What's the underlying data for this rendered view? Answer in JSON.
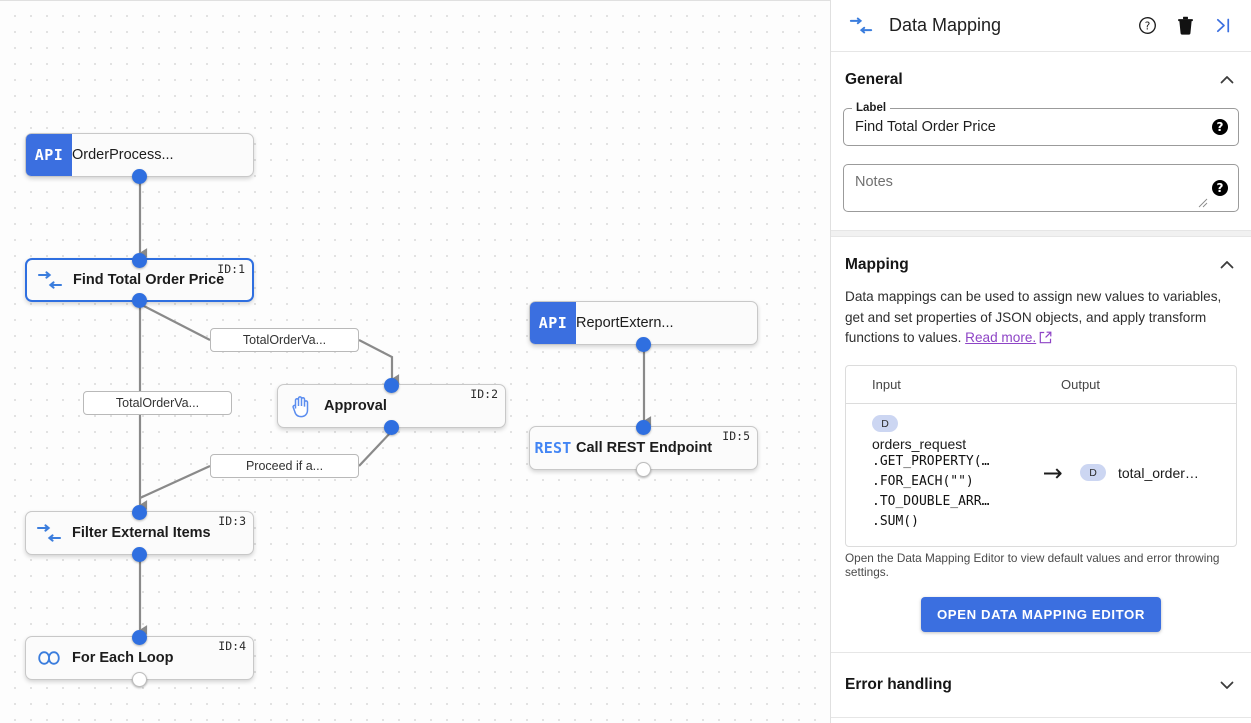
{
  "canvas": {
    "nodes": [
      {
        "id": "n0",
        "label": "OrderProcess...",
        "badge": "API",
        "icon": "api-icon",
        "id_label": "",
        "selected": false,
        "bold": false
      },
      {
        "id": "n1",
        "label": "Find Total Order Price",
        "badge": "",
        "icon": "data-mapping-icon",
        "id_label": "ID:1",
        "selected": true,
        "bold": true
      },
      {
        "id": "n2",
        "label": "Approval",
        "badge": "",
        "icon": "hand-icon",
        "id_label": "ID:2",
        "selected": false,
        "bold": true
      },
      {
        "id": "n3",
        "label": "Filter External Items",
        "badge": "",
        "icon": "data-mapping-icon",
        "id_label": "ID:3",
        "selected": false,
        "bold": true
      },
      {
        "id": "n4",
        "label": "For Each Loop",
        "badge": "",
        "icon": "loop-icon",
        "id_label": "ID:4",
        "selected": false,
        "bold": true
      },
      {
        "id": "n5",
        "label": "ReportExtern...",
        "badge": "API",
        "icon": "api-icon",
        "id_label": "",
        "selected": false,
        "bold": false
      },
      {
        "id": "n6",
        "label": "Call REST Endpoint",
        "badge": "REST",
        "icon": "rest-icon",
        "id_label": "ID:5",
        "selected": false,
        "bold": true
      }
    ],
    "edge_labels": [
      {
        "id": "e1",
        "text": "TotalOrderVa..."
      },
      {
        "id": "e2",
        "text": "TotalOrderVa..."
      },
      {
        "id": "e3",
        "text": "Proceed if a..."
      }
    ],
    "colors": {
      "accent": "#3b6fe0",
      "edge": "#8a8a8a",
      "grid_dot": "#e2e2e2"
    }
  },
  "panel": {
    "header": {
      "title": "Data Mapping",
      "icon": "data-mapping-icon",
      "actions": [
        {
          "name": "help-icon",
          "glyph": "?"
        },
        {
          "name": "delete-icon",
          "glyph": "trash"
        },
        {
          "name": "collapse-panel-icon",
          "glyph": "chevron-right-bar"
        }
      ]
    },
    "general": {
      "title": "General",
      "collapsed": false,
      "label_field": {
        "legend": "Label",
        "value": "Find Total Order Price"
      },
      "notes_field": {
        "placeholder": "Notes",
        "value": ""
      }
    },
    "mapping": {
      "title": "Mapping",
      "collapsed": false,
      "description_part1": "Data mappings can be used to assign new values to variables, get and set properties of JSON objects, and apply transform functions to values. ",
      "link_text": "Read more.",
      "table": {
        "columns": [
          "Input",
          "Output"
        ],
        "rows": [
          {
            "input_badge": "D",
            "input_name": "orders_request",
            "input_expr": [
              ".GET_PROPERTY(…",
              ".FOR_EACH(\"\")",
              ".TO_DOUBLE_ARR…",
              ".SUM()"
            ],
            "arrow": "→",
            "output_badge": "D",
            "output_name": "total_order…"
          }
        ]
      },
      "note": "Open the Data Mapping Editor to view default values and error throwing settings.",
      "button_label": "OPEN DATA MAPPING EDITOR"
    },
    "error_handling": {
      "title": "Error handling",
      "collapsed": true
    }
  }
}
